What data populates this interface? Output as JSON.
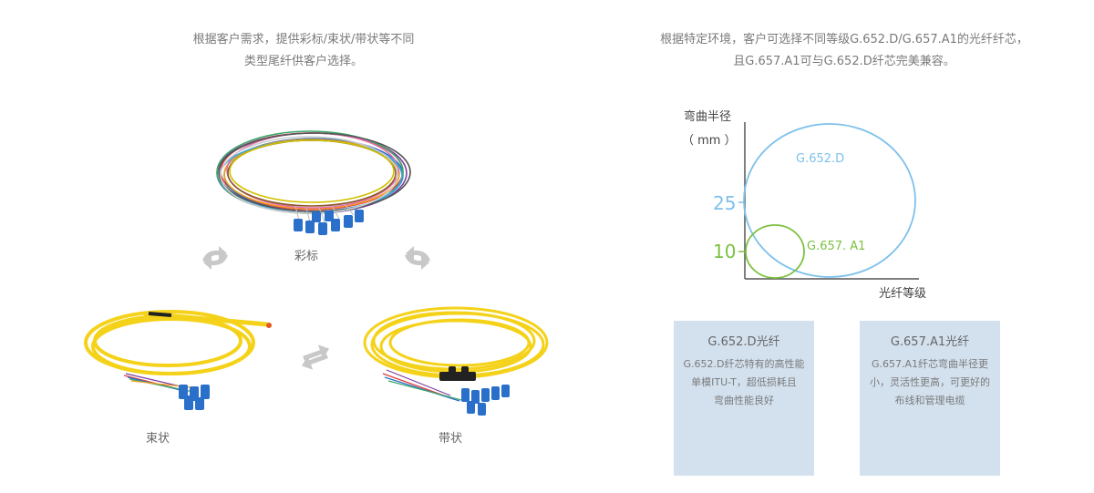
{
  "left_caption": {
    "line1": "根据客户需求，提供彩标/束状/带状等不同",
    "line2": "类型尾纤供客户选择。"
  },
  "right_caption": {
    "line1": "根据特定环境，客户可选择不同等级G.652.D/G.657.A1的光纤纤芯，",
    "line2": "且G.657.A1可与G.652.D纤芯完美兼容。"
  },
  "pigtail_types": {
    "colored": "彩标",
    "bundle": "束状",
    "ribbon": "带状"
  },
  "chart_data": {
    "type": "diagram",
    "ylabel_line1": "弯曲半径",
    "ylabel_line2": "（ mm ）",
    "xlabel": "光纤等级",
    "yticks": [
      "25",
      "10"
    ],
    "series": [
      {
        "name": "G.652.D",
        "color": "#7ec0ea",
        "bend_radius_mm": 25
      },
      {
        "name": "G.657. A1",
        "color": "#7cc142",
        "bend_radius_mm": 10
      }
    ],
    "tick_colors": {
      "25": "#7ec0ea",
      "10": "#7cc142"
    }
  },
  "cards": [
    {
      "title": "G.652.D光纤",
      "lines": [
        "G.652.D纤芯特有的高性能",
        "单模ITU-T，超低损耗且",
        "弯曲性能良好"
      ]
    },
    {
      "title": "G.657.A1光纤",
      "lines": [
        "G.657.A1纤芯弯曲半径更",
        "小，灵活性更高，可更好的",
        "布线和管理电缆"
      ]
    }
  ],
  "colors": {
    "card_bg": "#d3e1ef",
    "fiber_yellow": "#f5d21a",
    "connector_blue": "#2a6fc9",
    "arrow_gray": "#c8c8c8"
  }
}
